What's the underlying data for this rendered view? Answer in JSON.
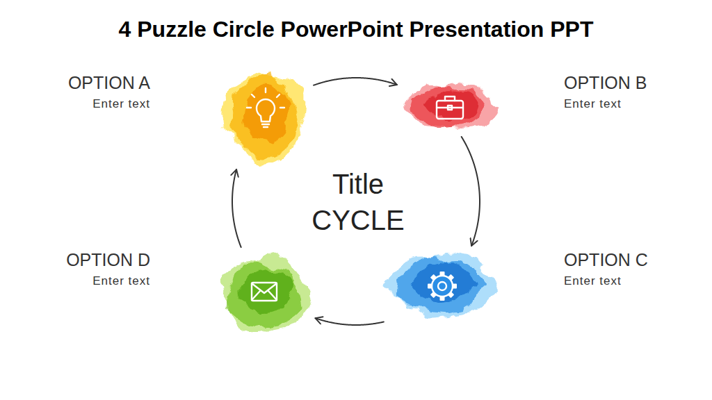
{
  "diagram": {
    "title": "4 Puzzle Circle PowerPoint Presentation PPT",
    "nodes": [
      {
        "text": [
          "OPTION A",
          "Enter text"
        ]
      },
      {
        "text": [
          "OPTION B",
          "Enter text"
        ]
      },
      {
        "text": [
          "OPTION D",
          "Enter text"
        ]
      },
      {
        "text": [
          "OPTION C",
          "Enter text"
        ]
      }
    ],
    "edges": [
      {
        "from": 0,
        "to": 1,
        "arrow": "to"
      },
      {
        "from": 1,
        "to": 3,
        "arrow": "to"
      },
      {
        "from": 3,
        "to": 2,
        "arrow": "to"
      },
      {
        "from": 2,
        "to": 0,
        "arrow": "to"
      }
    ],
    "labels": [
      "Title CYCLE"
    ]
  }
}
